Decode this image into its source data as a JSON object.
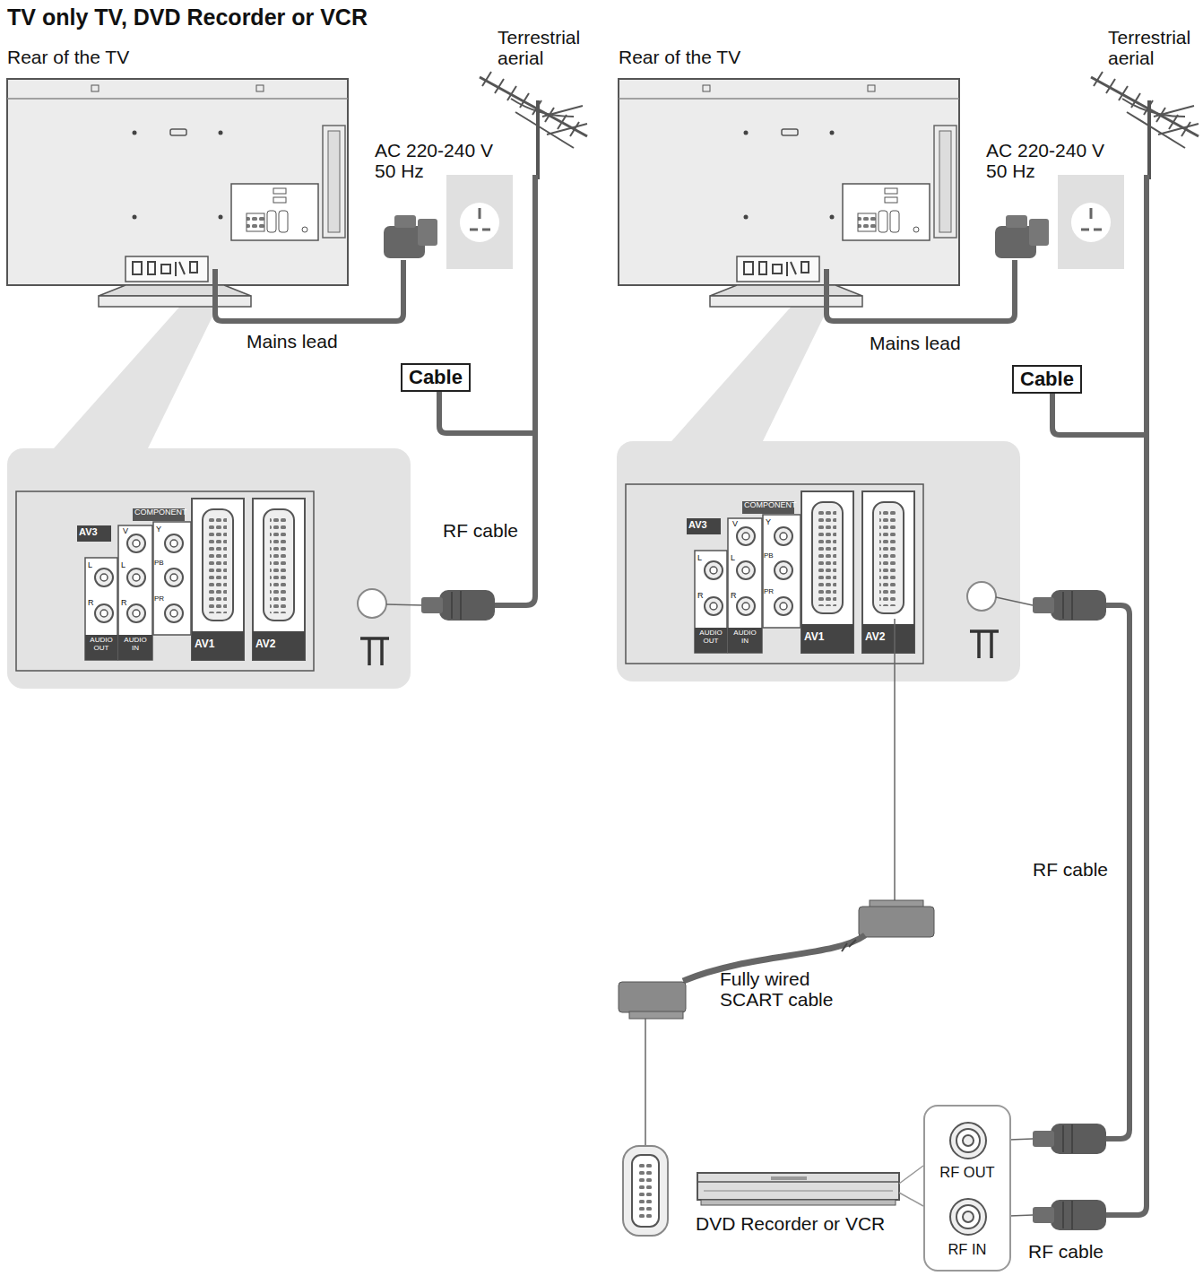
{
  "diagram": {
    "title": "TV only TV, DVD Recorder or VCR",
    "nodes": [
      {
        "text": [
          "Cable"
        ]
      },
      {
        "text": [
          "Cable"
        ]
      },
      {
        "text": [
          "RF OUT",
          "RF IN"
        ]
      },
      {
        "text": [
          "DVD Recorder or VCR"
        ]
      }
    ],
    "labels": [
      "Rear of the TV",
      "Terrestrial aerial",
      "AC 220-240 V 50 Hz",
      "Mains lead",
      "RF cable",
      "AV3",
      "COMPONENT",
      "V",
      "L",
      "R",
      "L",
      "R",
      "Y",
      "PB",
      "PR",
      "AUDIO OUT",
      "AUDIO IN",
      "AV1",
      "AV2",
      "Rear of the TV",
      "Terrestrial aerial",
      "AC 220-240 V 50 Hz",
      "Mains lead",
      "RF cable",
      "AV3",
      "COMPONENT",
      "V",
      "L",
      "R",
      "L",
      "R",
      "Y",
      "PB",
      "PR",
      "AUDIO OUT",
      "AUDIO IN",
      "AV1",
      "AV2",
      "Fully wired SCART cable",
      "RF cable"
    ]
  }
}
